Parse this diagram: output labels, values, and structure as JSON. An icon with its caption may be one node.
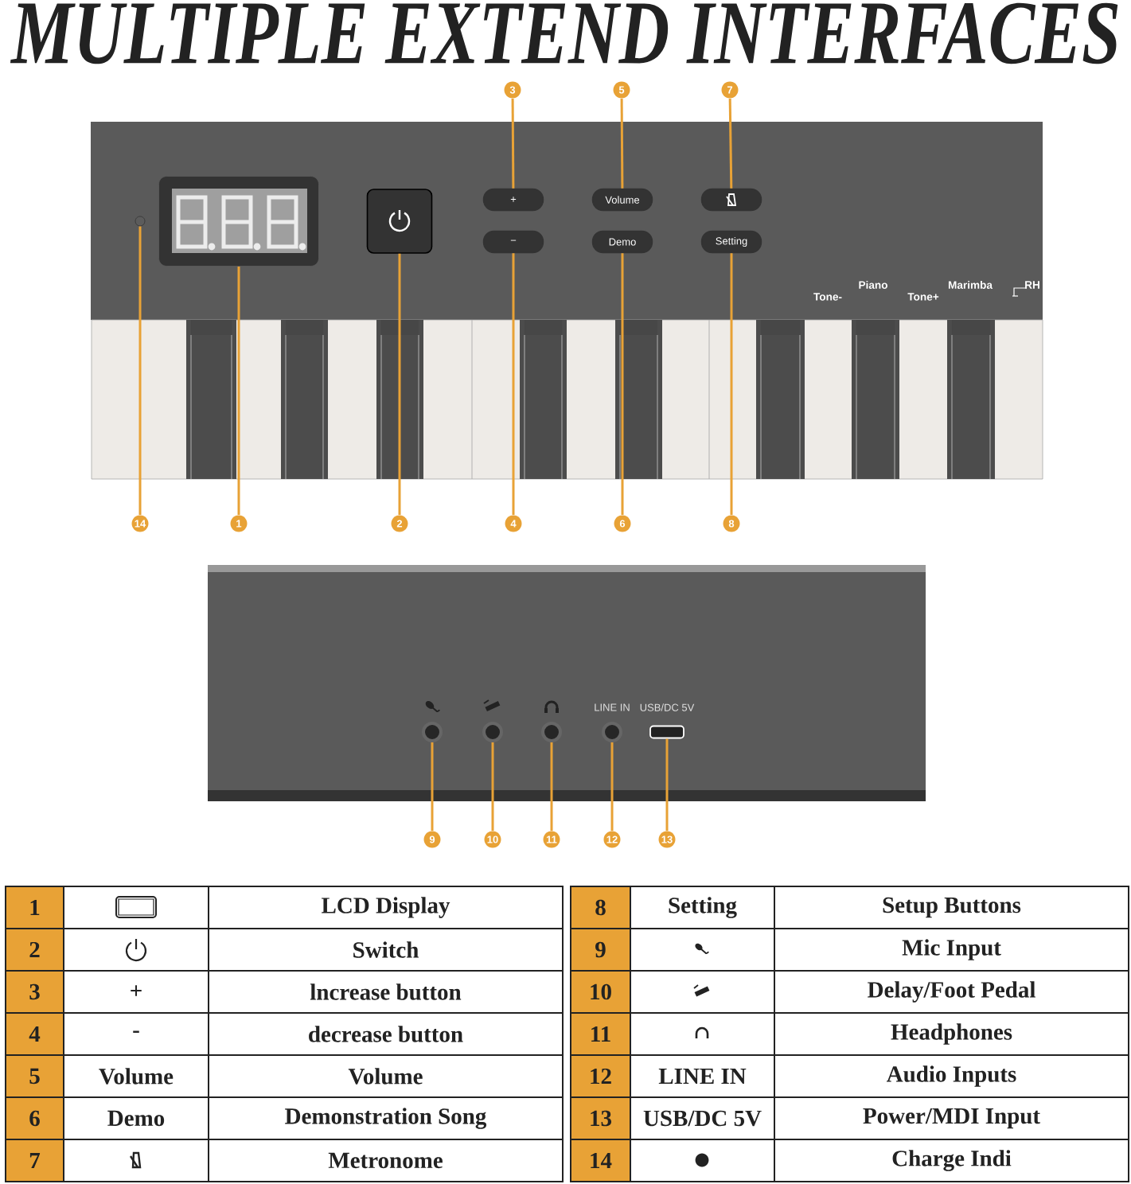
{
  "diagram": {
    "title": "MULTIPLE EXTEND INTERFACES",
    "nodes": [
      {
        "text": [
          "3"
        ]
      },
      {
        "text": [
          "5"
        ]
      },
      {
        "text": [
          "7"
        ]
      },
      {
        "text": [],
        "shape": "circle"
      },
      {
        "text": [],
        "shape": "box"
      },
      {
        "text": [],
        "shape": "box"
      },
      {
        "text": [
          "+"
        ]
      },
      {
        "text": [
          "Volume"
        ]
      },
      {
        "text": [],
        "shape": "box"
      },
      {
        "text": [
          "−"
        ]
      },
      {
        "text": [
          "Demo"
        ]
      },
      {
        "text": [
          "Setting"
        ]
      },
      {
        "text": [
          "14"
        ]
      },
      {
        "text": [
          "1"
        ]
      },
      {
        "text": [
          "2"
        ]
      },
      {
        "text": [
          "4"
        ]
      },
      {
        "text": [
          "6"
        ]
      },
      {
        "text": [
          "8"
        ]
      },
      {
        "text": [],
        "shape": "circle"
      },
      {
        "text": [],
        "shape": "circle"
      },
      {
        "text": [],
        "shape": "circle"
      },
      {
        "text": [],
        "shape": "circle",
        "beside": [
          "LINE IN"
        ]
      },
      {
        "text": [],
        "shape": "box",
        "beside": [
          "USB/DC 5V"
        ]
      },
      {
        "text": [
          "9"
        ]
      },
      {
        "text": [
          "10"
        ]
      },
      {
        "text": [
          "11"
        ]
      },
      {
        "text": [
          "12"
        ]
      },
      {
        "text": [
          "13"
        ]
      }
    ],
    "edges": [
      {
        "from": 0,
        "to": 6,
        "arrow": "none"
      },
      {
        "from": 1,
        "to": 7,
        "arrow": "none"
      },
      {
        "from": 2,
        "to": 8,
        "arrow": "none"
      },
      {
        "from": 12,
        "to": 3,
        "arrow": "none"
      },
      {
        "from": 13,
        "to": 4,
        "arrow": "none"
      },
      {
        "from": 14,
        "to": 5,
        "arrow": "none"
      },
      {
        "from": 15,
        "to": 9,
        "arrow": "none"
      },
      {
        "from": 16,
        "to": 10,
        "arrow": "none"
      },
      {
        "from": 17,
        "to": 11,
        "arrow": "none"
      },
      {
        "from": 23,
        "to": 18,
        "arrow": "none"
      },
      {
        "from": 24,
        "to": 19,
        "arrow": "none"
      },
      {
        "from": 25,
        "to": 20,
        "arrow": "none"
      },
      {
        "from": 26,
        "to": 21,
        "arrow": "none"
      },
      {
        "from": 27,
        "to": 22,
        "arrow": "none"
      }
    ],
    "labels": [
      "Tone-",
      "Piano",
      "Tone+",
      "Marimba",
      "RH",
      "1",
      "LCD Display",
      "2",
      "Switch",
      "3",
      "+",
      "lncrease button",
      "4",
      "-",
      "decrease button",
      "5",
      "Volume",
      "Volume",
      "6",
      "Demo",
      "Demonstration Song",
      "7",
      "Metronome",
      "8",
      "Setting",
      "Setup Buttons",
      "9",
      "Mic Input",
      "10",
      "Delay/Foot Pedal",
      "11",
      "Headphones",
      "12",
      "LINE IN",
      "Audio Inputs",
      "13",
      "USB/DC 5V",
      "Power/MDI Input",
      "14",
      "Charge Indi"
    ]
  }
}
